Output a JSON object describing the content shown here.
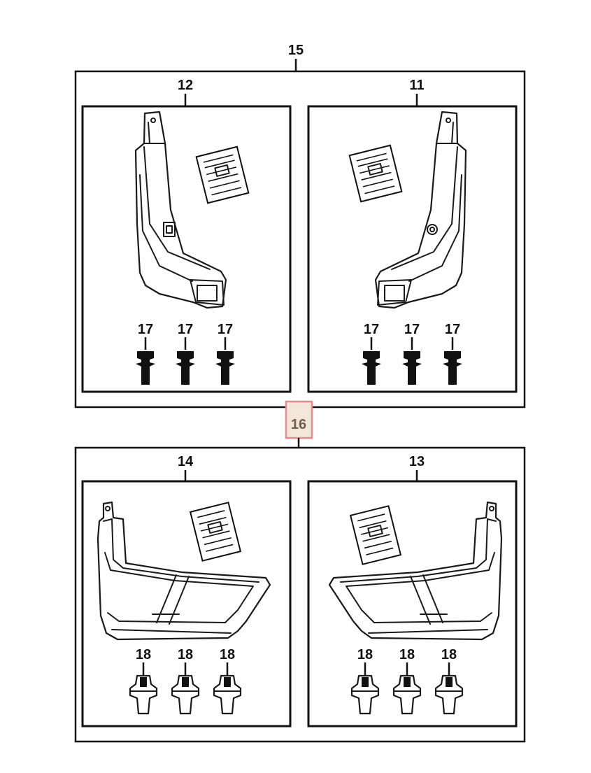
{
  "callouts": {
    "c15": "15",
    "c16": "16",
    "c12": "12",
    "c11": "11",
    "c14": "14",
    "c13": "13",
    "c17": "17",
    "c18": "18"
  },
  "colors": {
    "line": "#111111",
    "highlight_border": "#e88a8a",
    "highlight_fill": "#f3e7dc"
  }
}
